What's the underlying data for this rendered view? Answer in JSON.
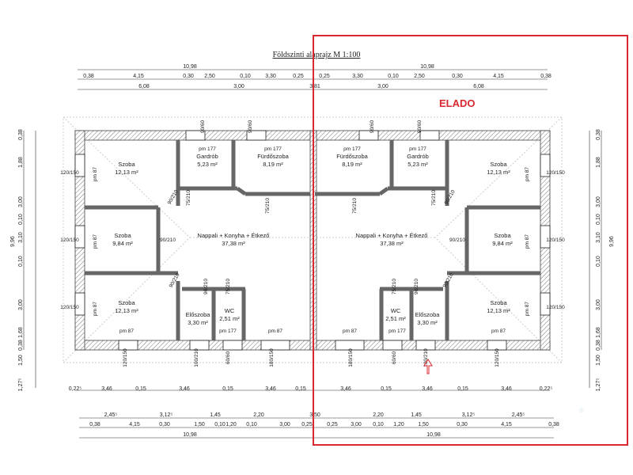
{
  "title": "Földszinti alaprajz  M 1:100",
  "sale_label": "ELADO",
  "colors": {
    "sale_frame": "#d9282f",
    "wall": "#555555",
    "dimension": "#222222"
  },
  "rooms": {
    "left": [
      {
        "name": "Szoba",
        "area": "12,13 m²"
      },
      {
        "name": "Gardrób",
        "area": "5,23 m²"
      },
      {
        "name": "Fürdőszoba",
        "area": "8,19 m²"
      },
      {
        "name": "Szoba",
        "area": "9,84 m²"
      },
      {
        "name": "Nappali + Konyha + Étkező",
        "area": "37,38 m²"
      },
      {
        "name": "Szoba",
        "area": "12,13 m²"
      },
      {
        "name": "Előszoba",
        "area": "3,30 m²"
      },
      {
        "name": "WC",
        "area": "2,51 m²"
      }
    ],
    "right": [
      {
        "name": "Szoba",
        "area": "12,13 m²"
      },
      {
        "name": "Gardrób",
        "area": "5,23 m²"
      },
      {
        "name": "Fürdőszoba",
        "area": "8,19 m²"
      },
      {
        "name": "Szoba",
        "area": "9,84 m²"
      },
      {
        "name": "Nappali + Konyha + Étkező",
        "area": "37,38 m²"
      },
      {
        "name": "Szoba",
        "area": "12,13 m²"
      },
      {
        "name": "Előszoba",
        "area": "3,30 m²"
      },
      {
        "name": "WC",
        "area": "2,51 m²"
      }
    ]
  },
  "dimensions": {
    "top_total": [
      "10,98",
      "10,98"
    ],
    "top_row2": [
      "0,38",
      "4,15",
      "0,30",
      "2,50",
      "0,10",
      "3,30",
      "0,25",
      "0,25",
      "3,30",
      "0,10",
      "2,50",
      "0,30",
      "4,15",
      "0,38"
    ],
    "top_row3": [
      "6,08",
      "3,00",
      "3,81",
      "3,00",
      "6,08"
    ],
    "bottom_row1": [
      "0,22⁵",
      "3,46",
      "0,15",
      "3,46",
      "0,15",
      "3,46",
      "0,15",
      "3,46",
      "0,15",
      "3,46",
      "0,15",
      "3,46",
      "0,22⁵"
    ],
    "bottom_row2": [
      "2,45⁵",
      "3,12⁵",
      "1,45",
      "2,20",
      "3,50",
      "2,20",
      "1,45",
      "3,12⁵",
      "2,45⁵"
    ],
    "bottom_row3": [
      "0,38",
      "4,15",
      "0,30",
      "1,50",
      "0,10",
      "1,20",
      "0,10",
      "3,00",
      "0,25",
      "0,25",
      "3,00",
      "0,10",
      "1,20",
      "1,50",
      "0,30",
      "4,15",
      "0,38"
    ],
    "bottom_total": [
      "10,98",
      "10,98"
    ],
    "left_side": [
      "0,38",
      "1,88",
      "3,00",
      "0,10",
      "3,10",
      "0,10",
      "3,00",
      "1,68",
      "0,38",
      "1,50",
      "1,27⁵",
      "9,96"
    ],
    "right_side": [
      "0,38",
      "1,88",
      "3,00",
      "0,10",
      "3,10",
      "0,10",
      "3,00",
      "1,68",
      "0,38",
      "1,50",
      "1,27⁵",
      "9,96"
    ]
  },
  "openings": {
    "top_window": "90/60",
    "side_window": "120/150",
    "sill_room": "pm 87",
    "sill_high": "pm 177",
    "door_bath": "75/210",
    "door_room": "90/210",
    "door_entry": "100/210",
    "window_small": "60/60",
    "window_kitchen": "180/150",
    "window_bottom": "120/150"
  }
}
